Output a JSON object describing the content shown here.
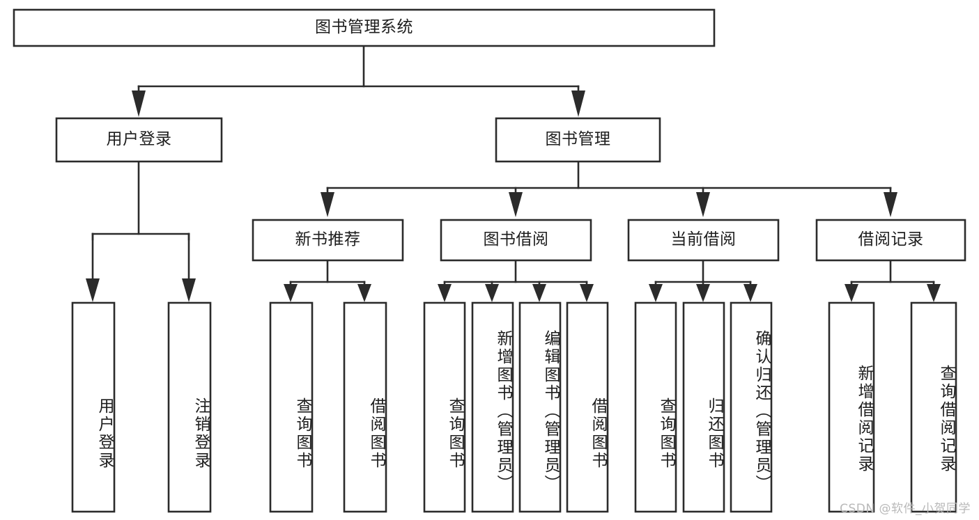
{
  "diagram": {
    "type": "tree-hierarchy",
    "title": "图书管理系统",
    "watermark": "CSDN @软件_小贺同学",
    "colors": {
      "box_stroke": "#2b2b2b",
      "box_fill": "#ffffff",
      "text": "#1d1d1d",
      "background": "#ffffff",
      "watermark": "#b9b9b9"
    },
    "nodes": {
      "root": {
        "label": "图书管理系统",
        "level": 0,
        "orientation": "horizontal"
      },
      "l1_0": {
        "label": "用户登录",
        "level": 1,
        "orientation": "horizontal"
      },
      "l1_1": {
        "label": "图书管理",
        "level": 1,
        "orientation": "horizontal"
      },
      "l2_0": {
        "label": "新书推荐",
        "level": 2,
        "orientation": "horizontal"
      },
      "l2_1": {
        "label": "图书借阅",
        "level": 2,
        "orientation": "horizontal"
      },
      "l2_2": {
        "label": "当前借阅",
        "level": 2,
        "orientation": "horizontal"
      },
      "l2_3": {
        "label": "借阅记录",
        "level": 2,
        "orientation": "horizontal"
      },
      "leaf_0": {
        "label": "用户登录",
        "level": 3,
        "orientation": "vertical"
      },
      "leaf_1": {
        "label": "注销登录",
        "level": 3,
        "orientation": "vertical"
      },
      "leaf_2": {
        "label": "查询图书",
        "level": 3,
        "orientation": "vertical"
      },
      "leaf_3": {
        "label": "借阅图书",
        "level": 3,
        "orientation": "vertical"
      },
      "leaf_4": {
        "label": "查询图书",
        "level": 3,
        "orientation": "vertical"
      },
      "leaf_5": {
        "label": "新增图书（管理员）",
        "level": 3,
        "orientation": "vertical"
      },
      "leaf_6": {
        "label": "编辑图书（管理员）",
        "level": 3,
        "orientation": "vertical"
      },
      "leaf_7": {
        "label": "借阅图书",
        "level": 3,
        "orientation": "vertical"
      },
      "leaf_8": {
        "label": "查询图书",
        "level": 3,
        "orientation": "vertical"
      },
      "leaf_9": {
        "label": "归还图书",
        "level": 3,
        "orientation": "vertical"
      },
      "leaf_10": {
        "label": "确认归还（管理员）",
        "level": 3,
        "orientation": "vertical"
      },
      "leaf_11": {
        "label": "新增借阅记录",
        "level": 3,
        "orientation": "vertical"
      },
      "leaf_12": {
        "label": "查询借阅记录",
        "level": 3,
        "orientation": "vertical"
      }
    },
    "edges": [
      {
        "from": "root",
        "to": "l1_0"
      },
      {
        "from": "root",
        "to": "l1_1"
      },
      {
        "from": "l1_1",
        "to": "l2_0"
      },
      {
        "from": "l1_1",
        "to": "l2_1"
      },
      {
        "from": "l1_1",
        "to": "l2_2"
      },
      {
        "from": "l1_1",
        "to": "l2_3"
      },
      {
        "from": "l1_0",
        "to": "leaf_0"
      },
      {
        "from": "l1_0",
        "to": "leaf_1"
      },
      {
        "from": "l2_0",
        "to": "leaf_2"
      },
      {
        "from": "l2_0",
        "to": "leaf_3"
      },
      {
        "from": "l2_1",
        "to": "leaf_4"
      },
      {
        "from": "l2_1",
        "to": "leaf_5"
      },
      {
        "from": "l2_1",
        "to": "leaf_6"
      },
      {
        "from": "l2_1",
        "to": "leaf_7"
      },
      {
        "from": "l2_2",
        "to": "leaf_8"
      },
      {
        "from": "l2_2",
        "to": "leaf_9"
      },
      {
        "from": "l2_2",
        "to": "leaf_10"
      },
      {
        "from": "l2_3",
        "to": "leaf_11"
      },
      {
        "from": "l2_3",
        "to": "leaf_12"
      }
    ]
  }
}
